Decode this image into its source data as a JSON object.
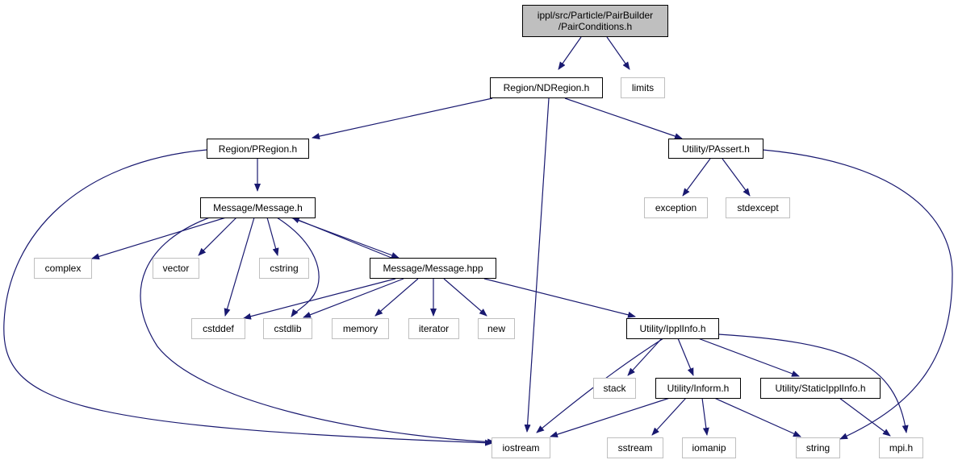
{
  "colors": {
    "edge": "#191970",
    "root_fill": "#bfbfbf",
    "internal_border": "#000000",
    "external_border": "#bfbfbf"
  },
  "nodes": {
    "root": "ippl/src/Particle/PairBuilder\n/PairConditions.h",
    "ndregion": "Region/NDRegion.h",
    "limits": "limits",
    "pregion": "Region/PRegion.h",
    "passert": "Utility/PAssert.h",
    "exception": "exception",
    "stdexcept": "stdexcept",
    "message_h": "Message/Message.h",
    "complex": "complex",
    "vector": "vector",
    "cstring": "cstring",
    "message_hpp": "Message/Message.hpp",
    "cstddef": "cstddef",
    "cstdlib": "cstdlib",
    "memory": "memory",
    "iterator": "iterator",
    "new": "new",
    "ipplinfo": "Utility/IpplInfo.h",
    "stack": "stack",
    "inform": "Utility/Inform.h",
    "staticipplinfo": "Utility/StaticIpplInfo.h",
    "iostream": "iostream",
    "sstream": "sstream",
    "iomanip": "iomanip",
    "string": "string",
    "mpi": "mpi.h"
  }
}
